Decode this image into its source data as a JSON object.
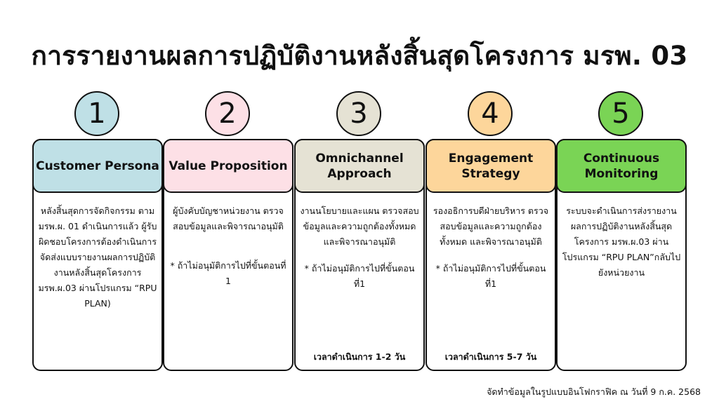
{
  "title": "การรายงานผลการปฏิบัติงานหลังสิ้นสุดโครงการ มรพ. 03",
  "steps": [
    {
      "number": "1",
      "heading": "Customer Persona",
      "body": "หลังสิ้นสุดการจัดกิจกรรม ตาม มรพ.ผ. 01 ดำเนินการแล้ว ผู้รับผิดชอบโครงการต้องดำเนินการจัดส่งแบบรายงานผลการปฏิบัติงานหลังสิ้นสุดโครงการ มรพ.ผ.03 ผ่านโปรแกรม “RPU PLAN)",
      "note": "",
      "duration": "",
      "circle_color": "#bfe0e6",
      "header_color": "#bfe0e6"
    },
    {
      "number": "2",
      "heading": "Value Proposition",
      "body": "ผู้บังคับบัญชาหน่วยงาน ตรวจสอบข้อมูลและพิจารณาอนุมัติ",
      "note": "* ถ้าไม่อนุมัติการไปที่ขั้นตอนที่ 1",
      "duration": "",
      "circle_color": "#fde0e6",
      "header_color": "#fde0e6"
    },
    {
      "number": "3",
      "heading": "Omnichannel Approach",
      "body": "งานนโยบายและแผน ตรวจสอบข้อมูลและความถูกต้องทั้งหมด และพิจารณาอนุมัติ",
      "note": "* ถ้าไม่อนุมัติการไปที่ขั้นตอนที่1",
      "duration": "เวลาดำเนินการ 1-2 วัน",
      "circle_color": "#e5e2d4",
      "header_color": "#e5e2d4"
    },
    {
      "number": "4",
      "heading": "Engagement Strategy",
      "body": "รองอธิการบดีฝ่ายบริหาร ตรวจสอบข้อมูลและความถูกต้องทั้งหมด และพิจารณาอนุมัติ",
      "note": "* ถ้าไม่อนุมัติการไปที่ขั้นตอนที่1",
      "duration": "เวลาดำเนินการ 5-7 วัน",
      "circle_color": "#fdd69b",
      "header_color": "#fdd69b"
    },
    {
      "number": "5",
      "heading": "Continuous Monitoring",
      "body": "ระบบจะดำเนินการส่งรายงานผลการปฏิบัติงานหลังสิ้นสุดโครงการ มรพ.ผ.03 ผ่านโปรแกรม “RPU PLAN”กลับไปยังหน่วยงาน",
      "note": "",
      "duration": "",
      "circle_color": "#7ad455",
      "header_color": "#7ad455"
    }
  ],
  "footer": "จัดทำข้อมูลในรูปแบบอินโฟกราฟิค ณ วันที่ 9 ก.ค. 2568"
}
